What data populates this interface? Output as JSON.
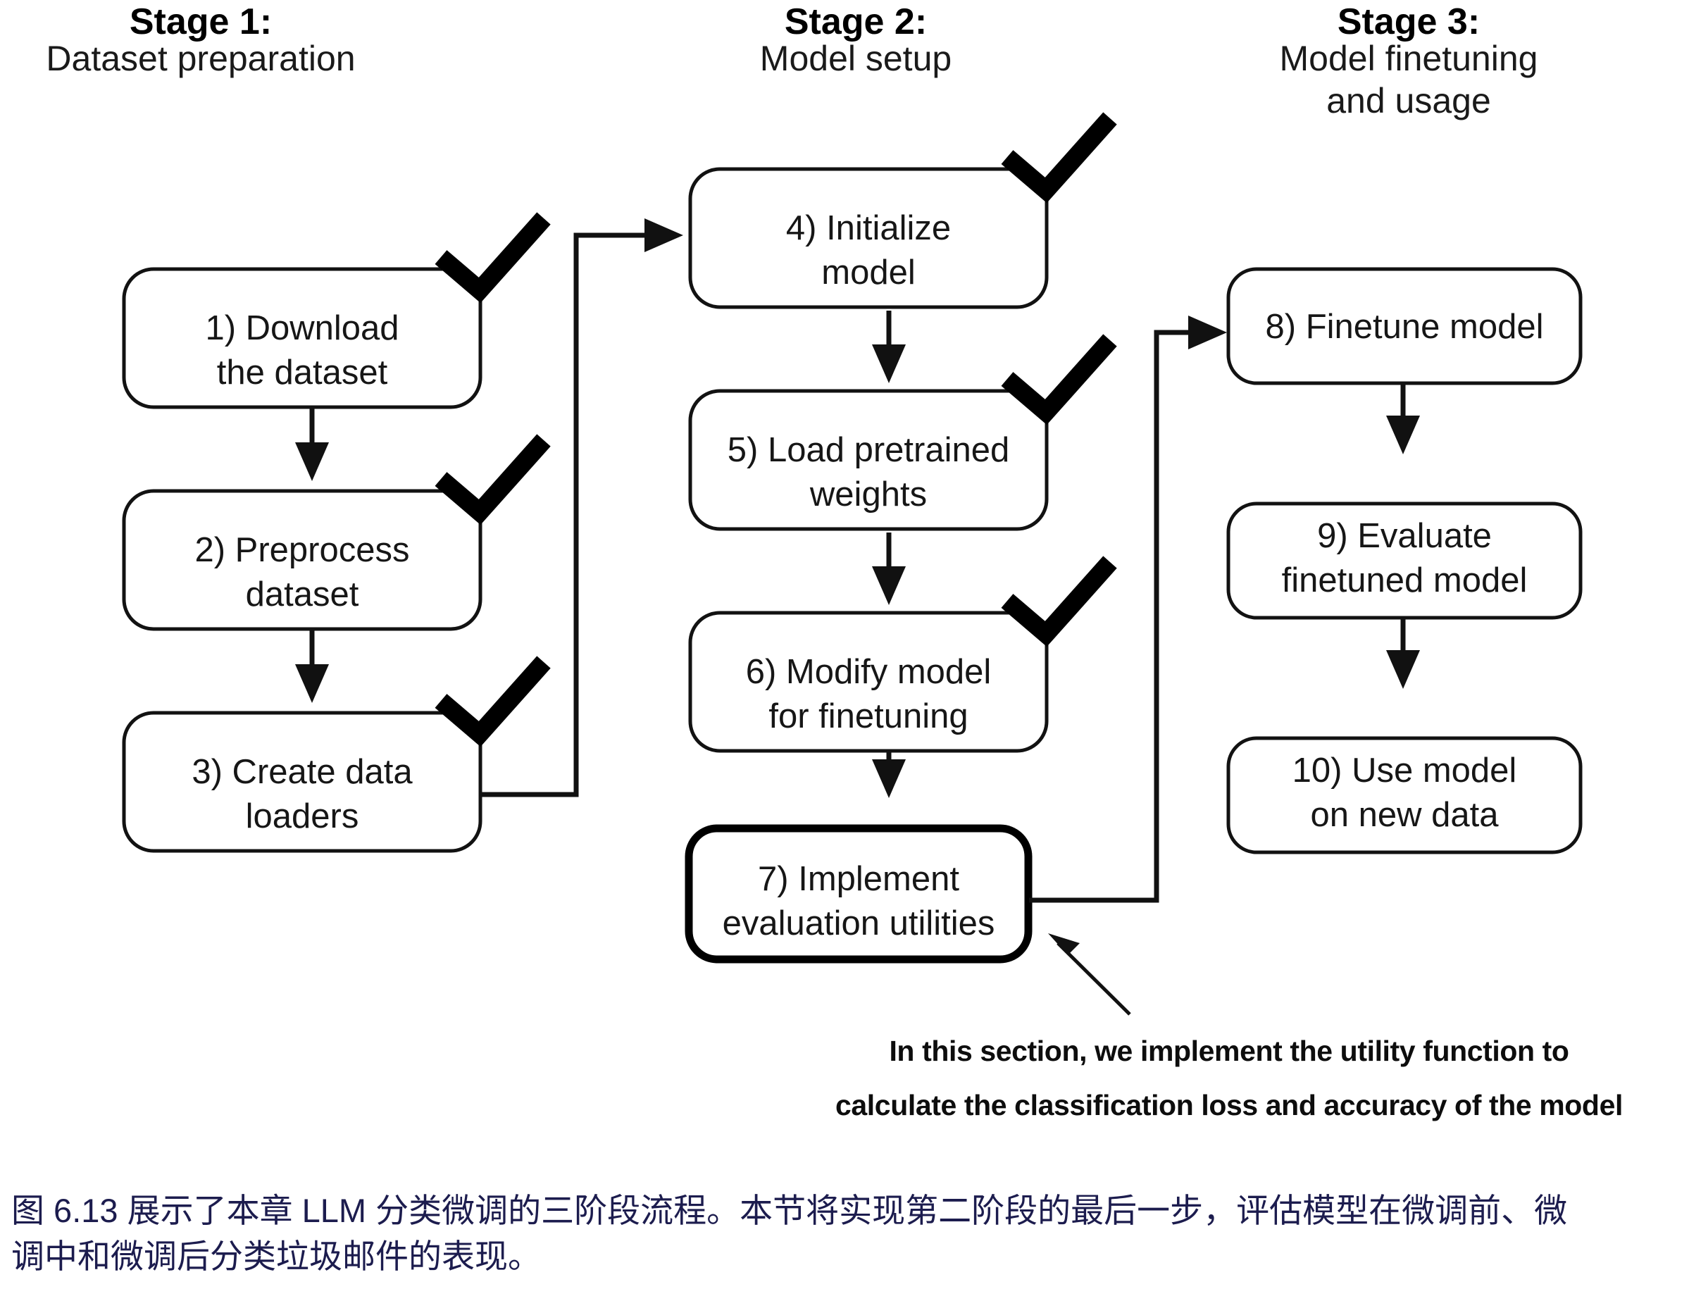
{
  "figure": {
    "stages": [
      {
        "id": "stage-1",
        "title": "Stage 1:",
        "subtitle": "Dataset preparation",
        "subtitle_line2": ""
      },
      {
        "id": "stage-2",
        "title": "Stage 2:",
        "subtitle": "Model setup",
        "subtitle_line2": ""
      },
      {
        "id": "stage-3",
        "title": "Stage 3:",
        "subtitle": "Model finetuning",
        "subtitle_line2": "and usage"
      }
    ],
    "nodes": [
      {
        "id": "node-1",
        "line1": "1) Download",
        "line2": "the dataset",
        "checked": true,
        "highlighted": false
      },
      {
        "id": "node-2",
        "line1": "2) Preprocess",
        "line2": "dataset",
        "checked": true,
        "highlighted": false
      },
      {
        "id": "node-3",
        "line1": "3) Create data",
        "line2": "loaders",
        "checked": true,
        "highlighted": false
      },
      {
        "id": "node-4",
        "line1": "4) Initialize",
        "line2": "model",
        "checked": true,
        "highlighted": false
      },
      {
        "id": "node-5",
        "line1": "5) Load pretrained",
        "line2": "weights",
        "checked": true,
        "highlighted": false
      },
      {
        "id": "node-6",
        "line1": "6) Modify model",
        "line2": "for finetuning",
        "checked": true,
        "highlighted": false
      },
      {
        "id": "node-7",
        "line1": "7) Implement",
        "line2": "evaluation utilities",
        "checked": false,
        "highlighted": true
      },
      {
        "id": "node-8",
        "line1": "8) Finetune model",
        "line2": "",
        "checked": false,
        "highlighted": false
      },
      {
        "id": "node-9",
        "line1": "9) Evaluate",
        "line2": "finetuned model",
        "checked": false,
        "highlighted": false
      },
      {
        "id": "node-10",
        "line1": "10) Use model",
        "line2": "on new data",
        "checked": false,
        "highlighted": false
      }
    ],
    "annotation": {
      "line1": "In this section, we implement the utility function to",
      "line2": "calculate the classification loss and accuracy of the model"
    },
    "caption": {
      "line1": "图 6.13 展示了本章 LLM 分类微调的三阶段流程。本节将实现第二阶段的最后一步，评估模型在微调前、微",
      "line2": "调中和微调后分类垃圾邮件的表现。"
    },
    "colors": {
      "highlight_fill": "#c9ddf2",
      "box_stroke": "#121212",
      "text": "#161616",
      "caption": "#1c1c4e"
    }
  }
}
